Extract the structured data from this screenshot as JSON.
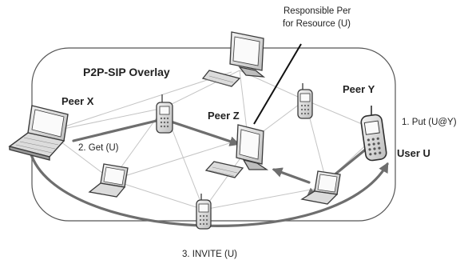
{
  "overlay": {
    "title": "P2P-SIP Overlay"
  },
  "peers": {
    "peer_x": "Peer X",
    "peer_y": "Peer Y",
    "peer_z": "Peer Z",
    "user_u": "User U"
  },
  "callout": {
    "line1": "Responsible Per",
    "line2": "for Resource (U)"
  },
  "steps": {
    "put": "1. Put (U@Y)",
    "get": "2. Get (U)",
    "invite": "3. INVITE (U)"
  },
  "colors": {
    "arrow": "#6e6e6e",
    "links": "#c4c4c4",
    "device_fill": "#e3e3e3",
    "device_stroke": "#3a3a3a"
  }
}
